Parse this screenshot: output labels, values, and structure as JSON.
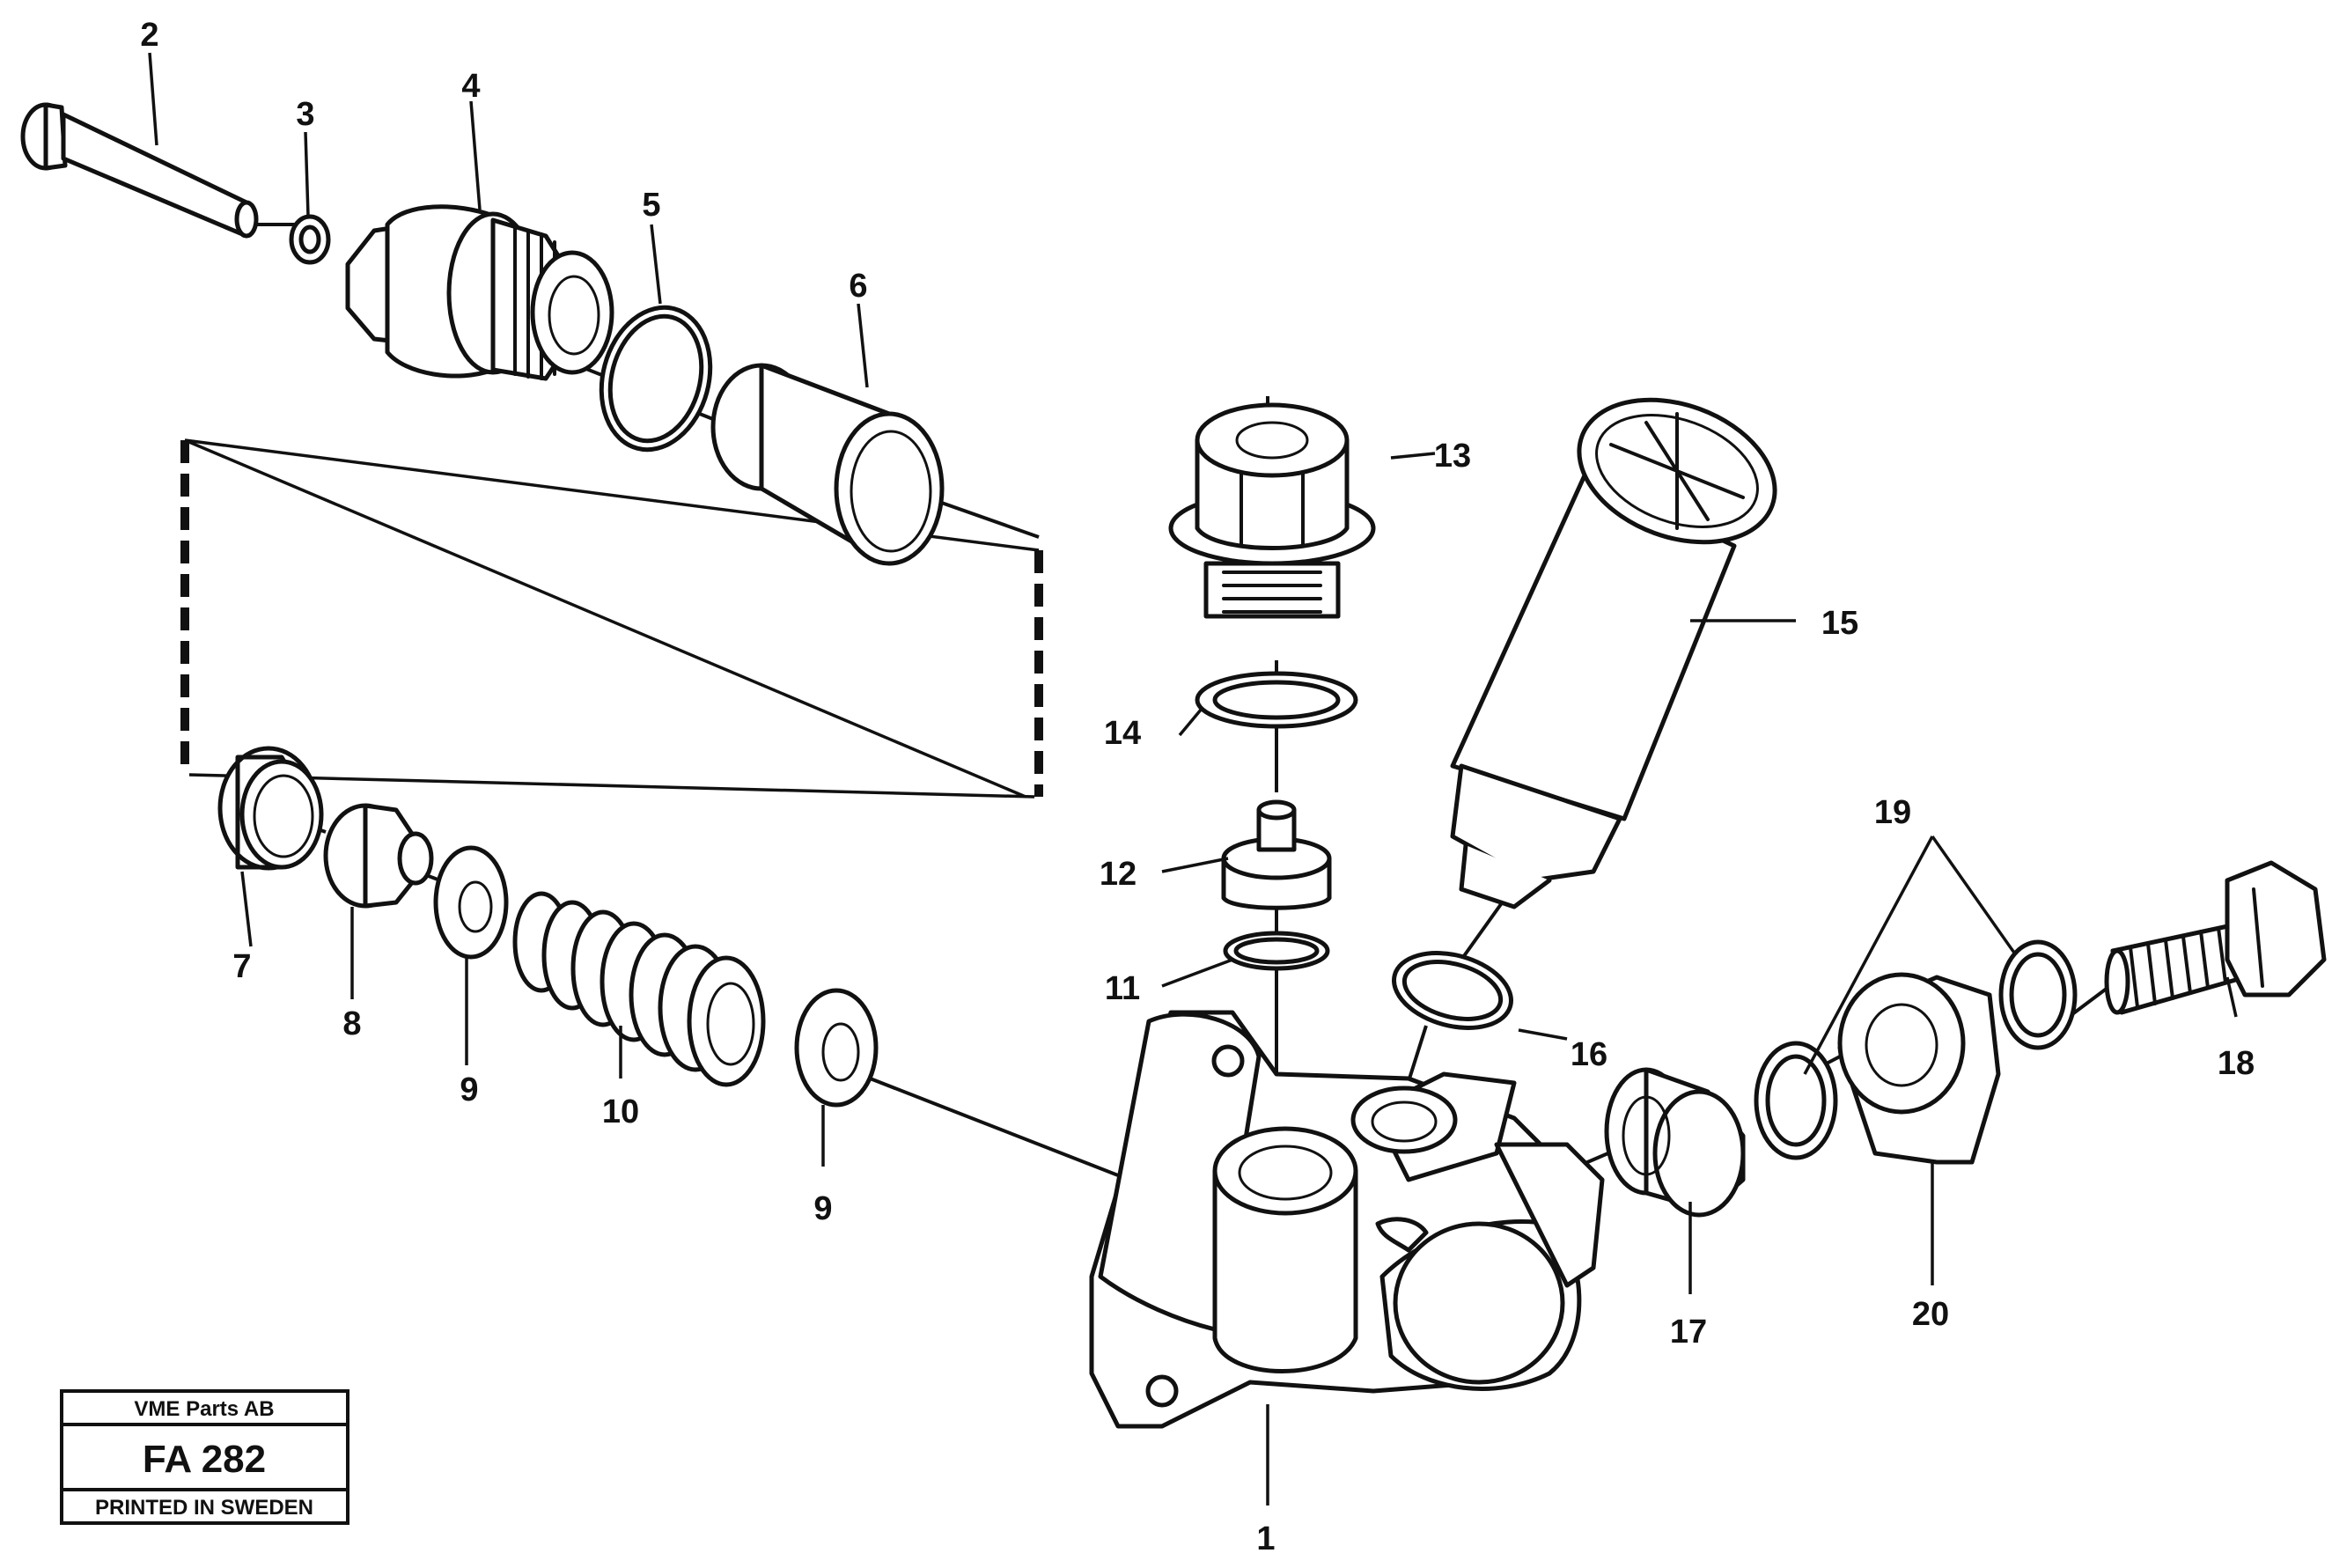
{
  "title_block": {
    "company": "VME Parts AB",
    "drawing_number": "FA 282",
    "printed": "PRINTED IN SWEDEN"
  },
  "callouts": {
    "c1": "1",
    "c2": "2",
    "c3": "3",
    "c4": "4",
    "c5": "5",
    "c6": "6",
    "c7": "7",
    "c8": "8",
    "c9a": "9",
    "c9b": "9",
    "c10": "10",
    "c11": "11",
    "c12": "12",
    "c13": "13",
    "c14": "14",
    "c15": "15",
    "c16": "16",
    "c17": "17",
    "c18": "18",
    "c19": "19",
    "c20": "20"
  }
}
